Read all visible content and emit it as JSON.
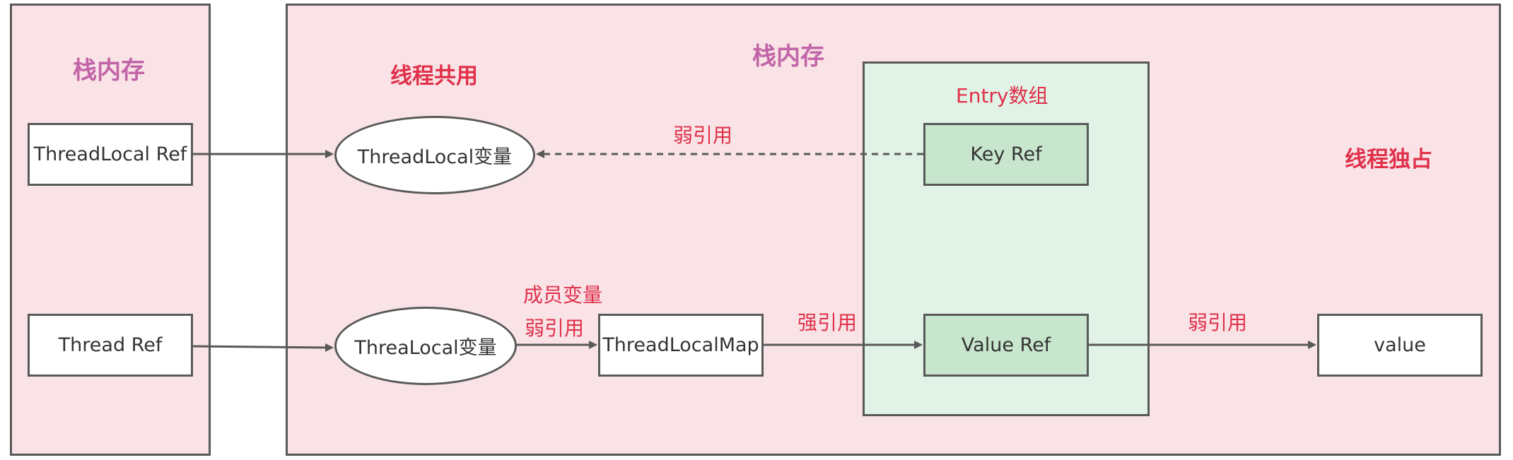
{
  "colors": {
    "panel_fill": "#f9e3e6",
    "entry_fill": "#e1f2e6",
    "green_box_fill": "#c8e6cd",
    "border": "#595959",
    "purple_text": "#c164a8",
    "red_text": "#e0304a"
  },
  "left_panel": {
    "title": "栈内存",
    "threadlocal_ref": "ThreadLocal Ref",
    "thread_ref": "Thread Ref"
  },
  "right_panel": {
    "title": "栈内存",
    "shared_label": "线程共用",
    "exclusive_label": "线程独占",
    "threadlocal_var": "ThreadLocal变量",
    "threalocal_var": "ThreaLocal变量",
    "threadlocalmap": "ThreadLocalMap",
    "value": "value"
  },
  "entry": {
    "title": "Entry数组",
    "key_ref": "Key Ref",
    "value_ref": "Value Ref"
  },
  "edge_labels": {
    "weak_ref_key": "弱引用",
    "member_var": "成员变量",
    "weak_ref_member": "弱引用",
    "strong_ref": "强引用",
    "weak_ref_value": "弱引用"
  }
}
